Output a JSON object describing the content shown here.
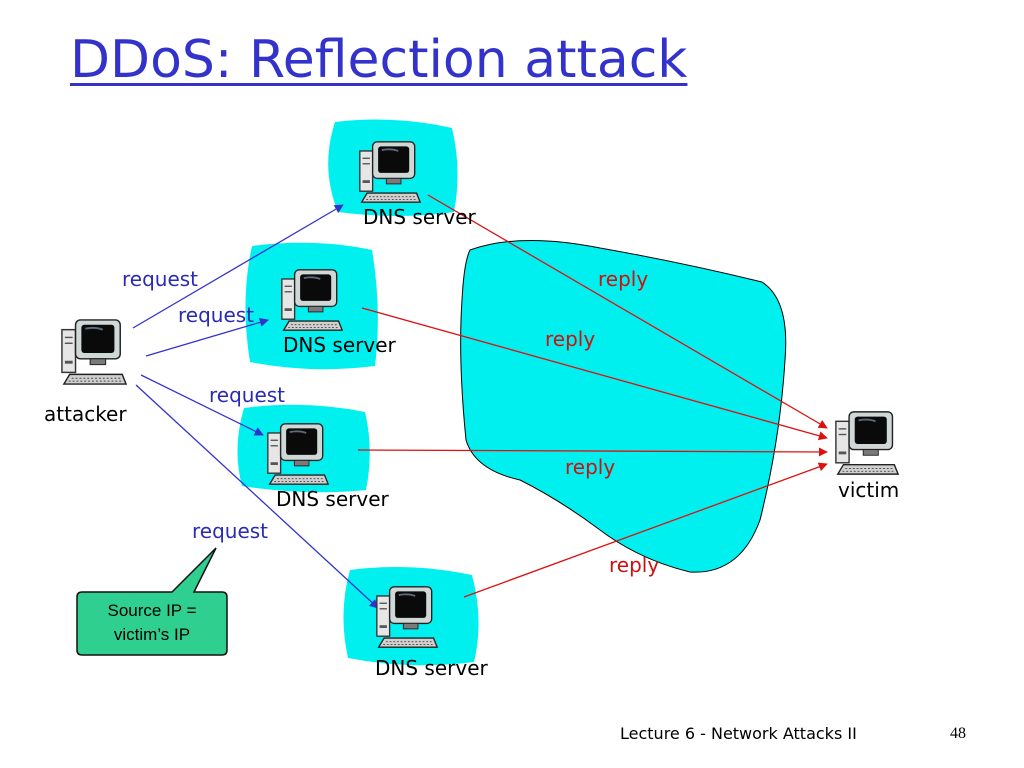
{
  "slide": {
    "title": "DDoS: Reflection attack",
    "footer": "Lecture 6 - Network Attacks II",
    "page_number": "48"
  },
  "colors": {
    "title": "#3333cc",
    "cloud": "#00f0f0",
    "request_arrow": "#3333cc",
    "reply_arrow": "#dd1111",
    "callout": "#2fcf8f"
  },
  "diagram": {
    "attacker_label": "attacker",
    "victim_label": "victim",
    "servers": [
      {
        "label": "DNS server",
        "icon": "computer-icon"
      },
      {
        "label": "DNS server",
        "icon": "computer-icon"
      },
      {
        "label": "DNS server",
        "icon": "computer-icon"
      },
      {
        "label": "DNS server",
        "icon": "computer-icon"
      }
    ],
    "requests": [
      "request",
      "request",
      "request",
      "request"
    ],
    "replies": [
      "reply",
      "reply",
      "reply",
      "reply"
    ],
    "callout": {
      "line1": "Source IP =",
      "line2": "victim’s IP"
    }
  }
}
